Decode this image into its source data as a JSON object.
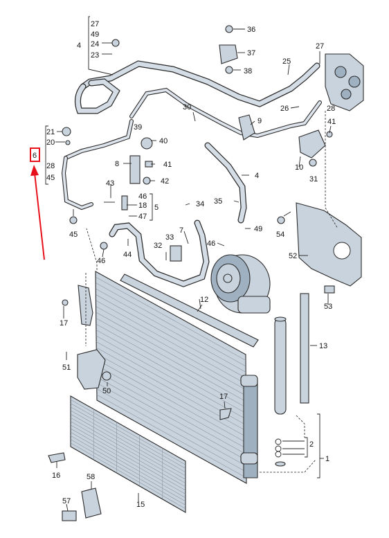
{
  "diagram": {
    "labels": {
      "l1": "1",
      "l2": "2",
      "l4a": "4",
      "l4b": "4",
      "l5": "5",
      "l6": "6",
      "l7": "7",
      "l8": "8",
      "l9": "9",
      "l10": "10",
      "l12": "12",
      "l13": "13",
      "l15": "15",
      "l16": "16",
      "l17a": "17",
      "l17b": "17",
      "l18": "18",
      "l20": "20",
      "l21": "21",
      "l23": "23",
      "l24": "24",
      "l25": "25",
      "l26": "26",
      "l27a": "27",
      "l27b": "27",
      "l28a": "28",
      "l28b": "28",
      "l30": "30",
      "l31": "31",
      "l32": "32",
      "l33": "33",
      "l34": "34",
      "l35": "35",
      "l36": "36",
      "l37": "37",
      "l38": "38",
      "l39": "39",
      "l40": "40",
      "l41a": "41",
      "l41b": "41",
      "l42": "42",
      "l43": "43",
      "l44": "44",
      "l45a": "45",
      "l45b": "45",
      "l46a": "46",
      "l46b": "46",
      "l46c": "46",
      "l47": "47",
      "l49a": "49",
      "l49b": "49",
      "l50": "50",
      "l51": "51",
      "l52": "52",
      "l53": "53",
      "l54": "54",
      "l57": "57",
      "l58": "58"
    },
    "highlight": {
      "label": "6",
      "color": "#e8101a"
    },
    "colors": {
      "part_fill": "#c9d3dd",
      "line": "#222222",
      "arrow": "#e8101a"
    }
  }
}
